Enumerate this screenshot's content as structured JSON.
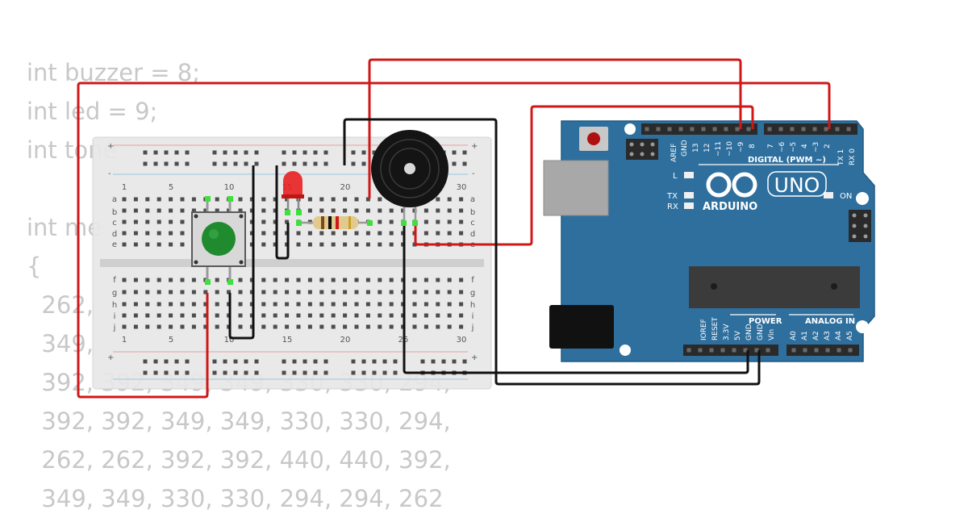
{
  "code": {
    "lines": [
      "int buzzer = 8;",
      "int led = 9;",
      "int tone",
      "",
      "int me",
      "{",
      "  262,",
      "  349,",
      "  392, 392, 349, 349, 330, 330, 294,",
      "  392, 392, 349, 349, 330, 330, 294,",
      "  262, 262, 392, 392, 440, 440, 392,",
      "  349, 349, 330, 330, 294, 294, 262"
    ]
  },
  "breadboard": {
    "column_labels": [
      "1",
      "5",
      "10",
      "15",
      "20",
      "25",
      "30"
    ],
    "row_labels_top": [
      "a",
      "b",
      "c",
      "d",
      "e"
    ],
    "row_labels_bottom": [
      "f",
      "g",
      "h",
      "i",
      "j"
    ],
    "rail_plus": "+",
    "rail_minus": "-"
  },
  "arduino": {
    "brand": "ARDUINO",
    "model": "UNO",
    "digital_label": "DIGITAL (PWM ~)",
    "digital_pins": [
      "AREF",
      "GND",
      "13",
      "12",
      "~11",
      "~10",
      "~9",
      "8",
      "7",
      "~6",
      "~5",
      "4",
      "~3",
      "2",
      "TX 1",
      "RX 0"
    ],
    "power_label": "POWER",
    "power_pins": [
      "IOREF",
      "RESET",
      "3.3V",
      "5V",
      "GND",
      "GND",
      "Vin"
    ],
    "analog_label": "ANALOG IN",
    "analog_pins": [
      "A0",
      "A1",
      "A2",
      "A3",
      "A4",
      "A5"
    ],
    "led_labels": [
      "L",
      "TX",
      "RX",
      "ON"
    ]
  },
  "colors": {
    "wire_red": "#d01818",
    "wire_black": "#111111",
    "board_blue": "#2e6f9e",
    "button_green": "#1f8a2e",
    "led_red": "#e82020"
  }
}
